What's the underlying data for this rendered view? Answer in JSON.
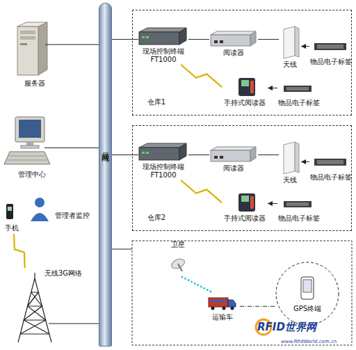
{
  "diagram": {
    "nodes": [
      {
        "text": [
          "服务器"
        ]
      },
      {
        "text": [
          "管理中心"
        ]
      },
      {
        "text": [
          "手机"
        ]
      },
      {
        "text": [
          "管理者监控"
        ]
      },
      {
        "text": [
          "无线3G网络"
        ]
      },
      {
        "text": [
          "局域网"
        ]
      },
      {
        "text": [
          "仓库1"
        ]
      },
      {
        "text": [
          "现场控制终端 FT1000"
        ],
        "in": 6
      },
      {
        "text": [
          "阅读器"
        ],
        "in": 6
      },
      {
        "text": [
          "天线"
        ],
        "in": 6
      },
      {
        "text": [
          "物品电子标签"
        ],
        "in": 6
      },
      {
        "text": [
          "手持式阅读器"
        ],
        "in": 6
      },
      {
        "text": [
          "物品电子标签"
        ],
        "in": 6
      },
      {
        "text": [
          "仓库2"
        ]
      },
      {
        "text": [
          "现场控制终端 FT1000"
        ],
        "in": 13
      },
      {
        "text": [
          "阅读器"
        ],
        "in": 13
      },
      {
        "text": [
          "天线"
        ],
        "in": 13
      },
      {
        "text": [
          "物品电子标签"
        ],
        "in": 13
      },
      {
        "text": [
          "手持式阅读器"
        ],
        "in": 13
      },
      {
        "text": [
          "物品电子标签"
        ],
        "in": 13
      },
      {
        "text": [
          "卫星"
        ]
      },
      {
        "text": [
          "运输车"
        ]
      },
      {
        "text": [
          "GPS终端"
        ]
      }
    ],
    "edges": [
      {
        "from": 0,
        "to": 5,
        "arrow": "none"
      },
      {
        "from": 1,
        "to": 5,
        "arrow": "none"
      },
      {
        "from": 4,
        "to": 5,
        "arrow": "none"
      },
      {
        "from": 2,
        "to": 4,
        "arrow": "none"
      },
      {
        "from": 5,
        "to": 7,
        "arrow": "none"
      },
      {
        "from": 7,
        "to": 8,
        "arrow": "none"
      },
      {
        "from": 8,
        "to": 9,
        "arrow": "none"
      },
      {
        "from": 10,
        "to": 9,
        "arrow": "to"
      },
      {
        "from": 7,
        "to": 11,
        "arrow": "none"
      },
      {
        "from": 12,
        "to": 11,
        "arrow": "to"
      },
      {
        "from": 5,
        "to": 14,
        "arrow": "none"
      },
      {
        "from": 14,
        "to": 15,
        "arrow": "none"
      },
      {
        "from": 15,
        "to": 16,
        "arrow": "none"
      },
      {
        "from": 17,
        "to": 16,
        "arrow": "to"
      },
      {
        "from": 14,
        "to": 18,
        "arrow": "none"
      },
      {
        "from": 19,
        "to": 18,
        "arrow": "to"
      },
      {
        "from": 20,
        "to": 21,
        "arrow": "none"
      },
      {
        "from": 21,
        "to": 22,
        "arrow": "none"
      }
    ],
    "labels": [
      "RFID世界网",
      "www.RfidWorld.com.cn"
    ]
  }
}
